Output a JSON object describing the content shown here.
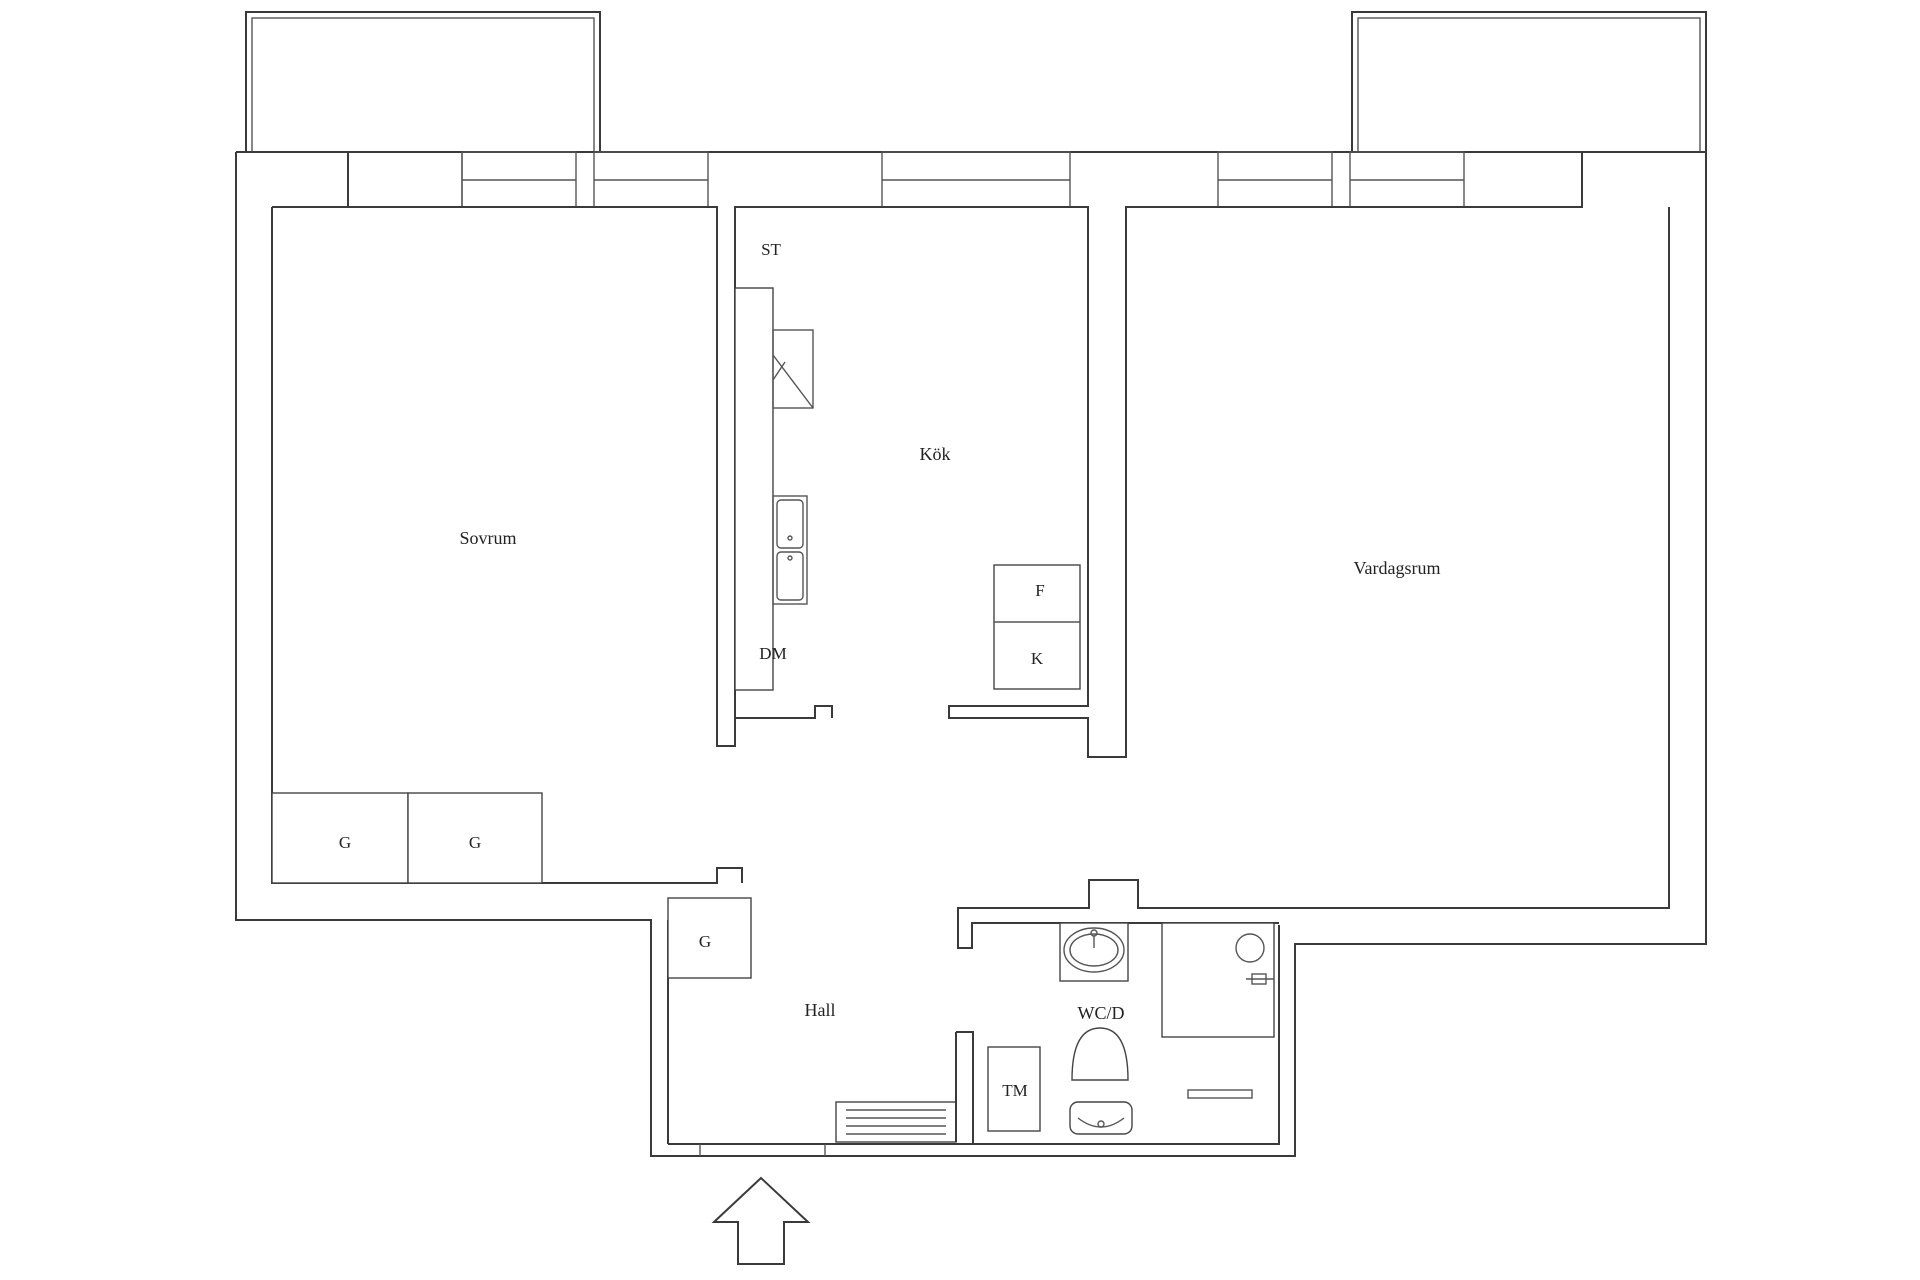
{
  "plan": {
    "rooms": {
      "sovrum": "Sovrum",
      "kok": "Kök",
      "vardagsrum": "Vardagsrum",
      "hall": "Hall",
      "wcd": "WC/D"
    },
    "fixtures": {
      "stove": "ST",
      "dishwasher": "DM",
      "fridge": "F",
      "freezer": "K",
      "wardrobe_1": "G",
      "wardrobe_2": "G",
      "wardrobe_hall": "G",
      "washer": "TM"
    },
    "colors": {
      "wall": "#3a3a3a",
      "background": "#ffffff"
    },
    "icons": [
      "entrance-arrow-icon",
      "sink-icon",
      "toilet-icon",
      "shower-icon",
      "radiator-icon",
      "kitchen-sink-icon"
    ]
  }
}
